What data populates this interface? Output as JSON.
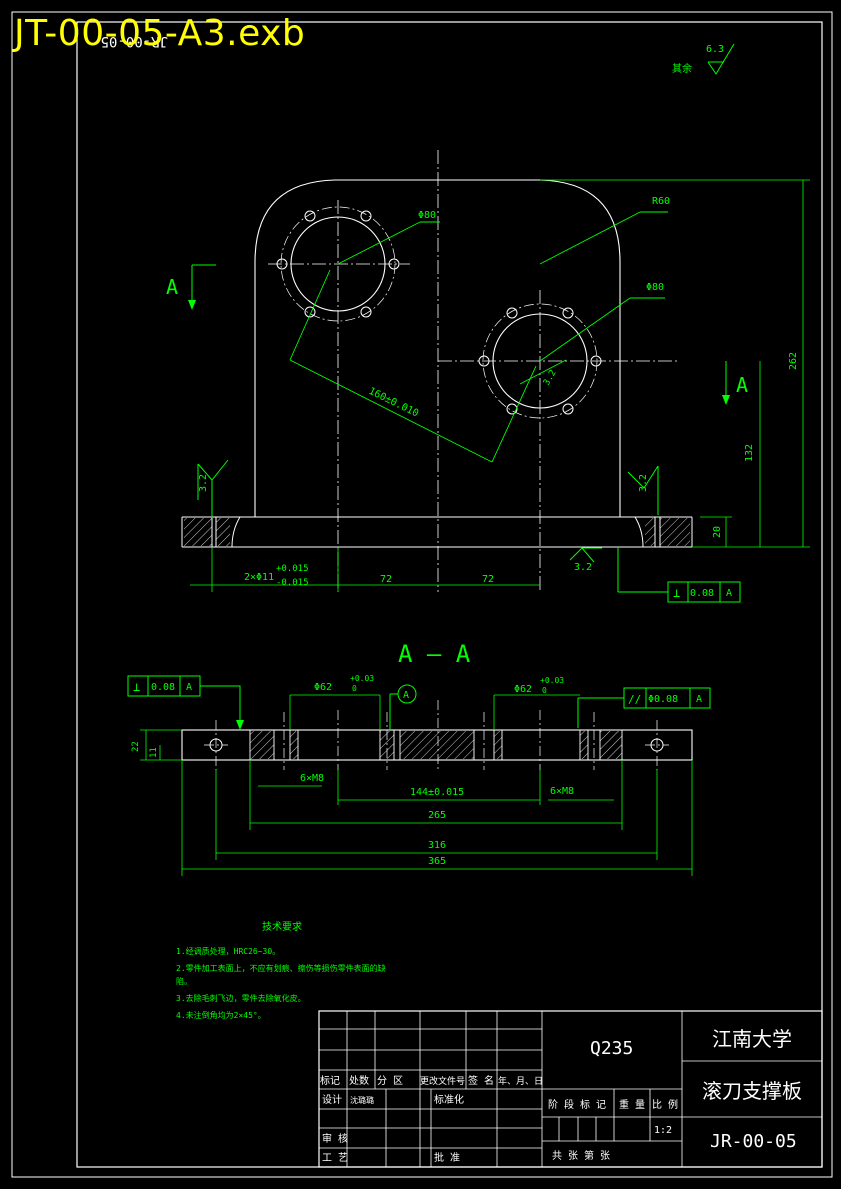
{
  "file_title": "JT-00-05-A3.exb",
  "colors": {
    "background": "#000000",
    "outline": "#ffffff",
    "dimension": "#00ff00",
    "hatch": "#ffffff",
    "file_title": "#ffff00"
  },
  "stamp_top": "JR-00-05",
  "roughness": {
    "global_value": "6.3",
    "global_label": "其余",
    "left_value": "3.2",
    "right_value": "3.2",
    "bottom_value": "3.2"
  },
  "front_view": {
    "section_mark": "A",
    "callouts": {
      "dia_top": "Φ80",
      "r_top": "R60",
      "dia_right": "Φ80",
      "center_dist": "160±0.010",
      "small_dim": "3.2"
    },
    "dims": {
      "hole_spec_main": "2×Φ11",
      "hole_tol_upper": "+0.015",
      "hole_tol_lower": "-0.015",
      "left_72": "72",
      "right_72": "72",
      "height_total": "262",
      "height_132": "132",
      "base_20": "20"
    },
    "tolerance_frame": {
      "symbol": "⊥",
      "value": "0.08",
      "datum": "A"
    }
  },
  "section_view": {
    "title": "A — A",
    "left_frame": {
      "symbol": "⊥",
      "value": "0.08",
      "datum": "A"
    },
    "right_frame": {
      "symbol": "//",
      "value": "Φ0.08",
      "datum": "A"
    },
    "datum_label": "A",
    "bore_left": "Φ62",
    "bore_left_tol": "+0.03",
    "bore_left_tol_low": "0",
    "bore_right": "Φ62",
    "bore_right_tol": "+0.03",
    "bore_right_tol_low": "0",
    "thread_left": "6×M8",
    "thread_right": "6×M8",
    "dim_22": "22",
    "dim_11": "11",
    "dim_144": "144±0.015",
    "dim_265": "265",
    "dim_316": "316",
    "dim_365": "365"
  },
  "notes": {
    "title": "技术要求",
    "items": [
      "1.经调质处理，HRC26~30。",
      "2.零件加工表面上，不应有划痕、擦伤等损伤零件表面的缺",
      "陷。",
      "3.去除毛刺飞边，零件去除氧化皮。",
      "4.未注倒角均为2×45°。"
    ]
  },
  "title_block": {
    "material": "Q235",
    "school": "江南大学",
    "part_name": "滚刀支撑板",
    "drawing_no": "JR-00-05",
    "header_cells": [
      "标记",
      "处数",
      "分 区",
      "更改文件号",
      "签 名",
      "年、月、日"
    ],
    "design_label": "设计",
    "designer": "沈璐璐",
    "standardize_label": "标准化",
    "check_label": "审 核",
    "process_label": "工 艺",
    "approve_label": "批 准",
    "stage_label": "阶 段 标 记",
    "weight_label": "重 量",
    "scale_label": "比 例",
    "scale_value": "1:2",
    "sheets_label": "共    张   第    张"
  }
}
